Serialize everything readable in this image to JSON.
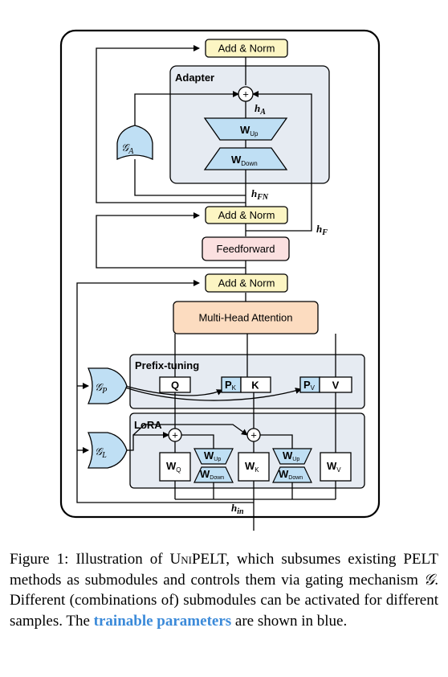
{
  "diagram": {
    "add_norm_top": "Add & Norm",
    "add_norm_mid": "Add & Norm",
    "add_norm_bottom": "Add & Norm",
    "adapter_title": "Adapter",
    "w_up": "W",
    "w_up_sub": "Up",
    "w_down": "W",
    "w_down_sub": "Down",
    "h_a": "h",
    "h_a_sub": "A",
    "h_fn": "h",
    "h_fn_sub": "FN",
    "h_f": "h",
    "h_f_sub": "F",
    "h_in": "h",
    "h_in_sub": "in",
    "feedforward": "Feedforward",
    "mha": "Multi-Head Attention",
    "prefix_title": "Prefix-tuning",
    "q_label": "Q",
    "pk_label": "P",
    "pk_sub": "K",
    "k_label": "K",
    "pv_label": "P",
    "pv_sub": "V",
    "v_label": "V",
    "lora_title": "LoRA",
    "wq": "W",
    "wq_sub": "Q",
    "wk": "W",
    "wk_sub": "K",
    "wv": "W",
    "wv_sub": "V",
    "lora_up": "W",
    "lora_up_sub": "Up",
    "lora_down": "W",
    "lora_down_sub": "Down",
    "gate_a": "𝒢",
    "gate_a_sub": "A",
    "gate_p": "𝒢",
    "gate_p_sub": "P",
    "gate_l": "𝒢",
    "gate_l_sub": "L",
    "plus": "+"
  },
  "caption": {
    "part1": "Figure 1: Illustration of ",
    "name_u": "U",
    "name_rest": "ni",
    "name_pelt": "PELT",
    "part2": ", which subsumes existing PELT methods as submodules and controls them via gating mechanism ",
    "g_symbol": "𝒢",
    "part3": ". Different (combinations of) submodules can be activated for different samples. The ",
    "highlight": "trainable parameters",
    "part4": " are shown in blue."
  },
  "colors": {
    "module_bg": "#e6ebf2",
    "trainable_blue": "#bfdff4",
    "add_norm": "#fcf5c3",
    "feedforward": "#fbe0e0",
    "mha": "#fcdcc0",
    "caption_highlight": "#3b8ad9"
  }
}
